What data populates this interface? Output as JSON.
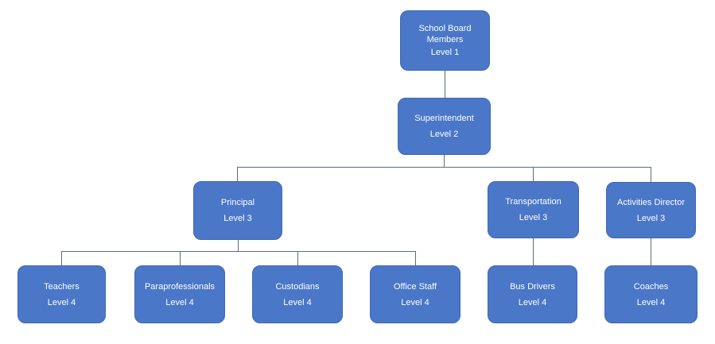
{
  "diagram": {
    "type": "org-chart",
    "background_color": "#ffffff",
    "node_fill_color": "#4a77c8",
    "node_border_color": "#3e69b5",
    "node_text_color": "#ffffff",
    "connector_color": "#5f6b7d",
    "nodes": [
      {
        "id": "school-board",
        "title": "School Board Members",
        "level": "Level 1"
      },
      {
        "id": "superintendent",
        "title": "Superintendent",
        "level": "Level 2"
      },
      {
        "id": "principal",
        "title": "Principal",
        "level": "Level 3"
      },
      {
        "id": "transportation",
        "title": "Transportation",
        "level": "Level 3"
      },
      {
        "id": "activities-director",
        "title": "Activities Director",
        "level": "Level 3"
      },
      {
        "id": "teachers",
        "title": "Teachers",
        "level": "Level 4"
      },
      {
        "id": "paraprofessionals",
        "title": "Paraprofessionals",
        "level": "Level 4"
      },
      {
        "id": "custodians",
        "title": "Custodians",
        "level": "Level 4"
      },
      {
        "id": "office-staff",
        "title": "Office Staff",
        "level": "Level 4"
      },
      {
        "id": "bus-drivers",
        "title": "Bus Drivers",
        "level": "Level 4"
      },
      {
        "id": "coaches",
        "title": "Coaches",
        "level": "Level 4"
      }
    ],
    "edges": [
      {
        "from": "school-board",
        "to": "superintendent"
      },
      {
        "from": "superintendent",
        "to": "principal"
      },
      {
        "from": "superintendent",
        "to": "transportation"
      },
      {
        "from": "superintendent",
        "to": "activities-director"
      },
      {
        "from": "principal",
        "to": "teachers"
      },
      {
        "from": "principal",
        "to": "paraprofessionals"
      },
      {
        "from": "principal",
        "to": "custodians"
      },
      {
        "from": "principal",
        "to": "office-staff"
      },
      {
        "from": "transportation",
        "to": "bus-drivers"
      },
      {
        "from": "activities-director",
        "to": "coaches"
      }
    ]
  }
}
